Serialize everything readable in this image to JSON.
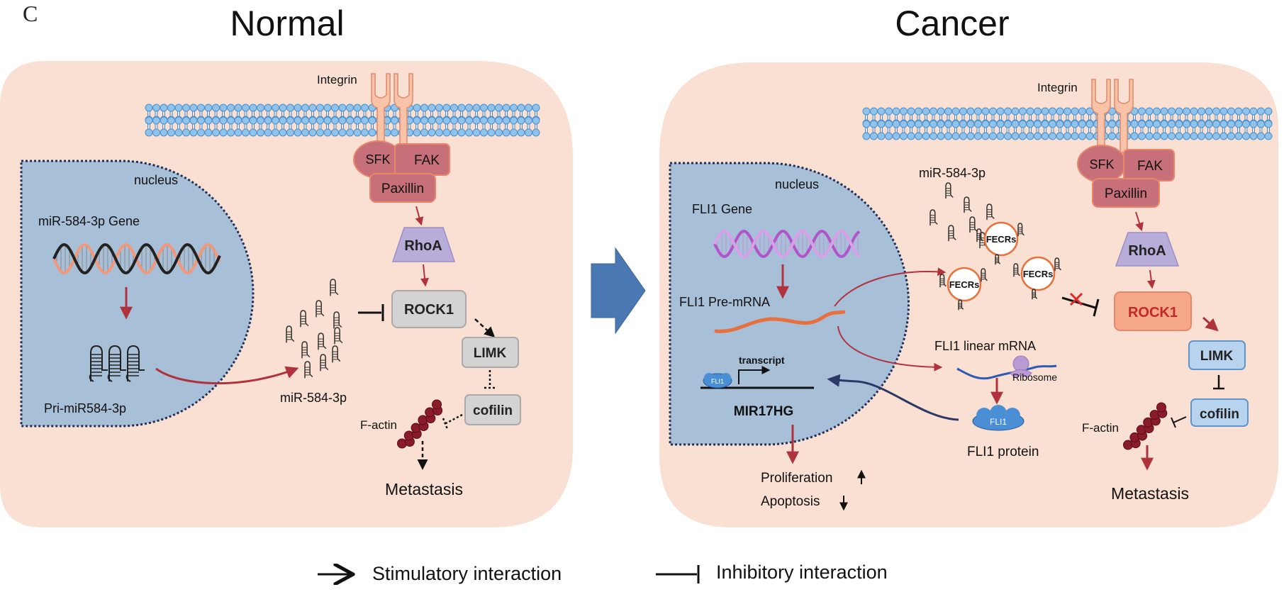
{
  "panel_letter": "C",
  "normal": {
    "title": "Normal",
    "integrin": "Integrin",
    "sfk": "SFK",
    "fak": "FAK",
    "paxillin": "Paxillin",
    "rhoa": "RhoA",
    "rock1": "ROCK1",
    "limk": "LIMK",
    "cofilin": "cofilin",
    "factin": "F-actin",
    "metastasis": "Metastasis",
    "nucleus": "nucleus",
    "gene": "miR-584-3p Gene",
    "pri": "Pri-miR584-3p",
    "mirna": "miR-584-3p"
  },
  "cancer": {
    "title": "Cancer",
    "integrin": "Integrin",
    "sfk": "SFK",
    "fak": "FAK",
    "paxillin": "Paxillin",
    "rhoa": "RhoA",
    "rock1": "ROCK1",
    "limk": "LIMK",
    "cofilin": "cofilin",
    "factin": "F-actin",
    "metastasis": "Metastasis",
    "nucleus": "nucleus",
    "gene": "FLI1 Gene",
    "premrna": "FLI1 Pre-mRNA",
    "transcript": "transcript",
    "fli1_small": "FLI1",
    "mir17hg": "MIR17HG",
    "proliferation": "Proliferation",
    "apoptosis": "Apoptosis",
    "mirna": "miR-584-3p",
    "fecrs": "FECRs",
    "linear_mrna": "FLI1  linear mRNA",
    "ribosome": "Ribosome",
    "fli1_protein_label": "FLI1",
    "fli1_protein": "FLI1 protein"
  },
  "legend": {
    "stimulatory": "Stimulatory interaction",
    "inhibitory": "Inhibitory interaction"
  },
  "colors": {
    "cell": "#fae0d2",
    "nucleus": "#a8bfd8",
    "membrane": "#8fc3ec",
    "integrin": "#f9c3a8",
    "kinase": "#c8707a",
    "rhoa": "#b8acd8",
    "rock1_normal": "#d3d3d3",
    "rock1_cancer": "#f5a888",
    "limk_cancer": "#b7d3ee",
    "arrow_red": "#b0323c",
    "arrow_navy": "#2c3866",
    "transition_arrow": "#4a78b2"
  }
}
